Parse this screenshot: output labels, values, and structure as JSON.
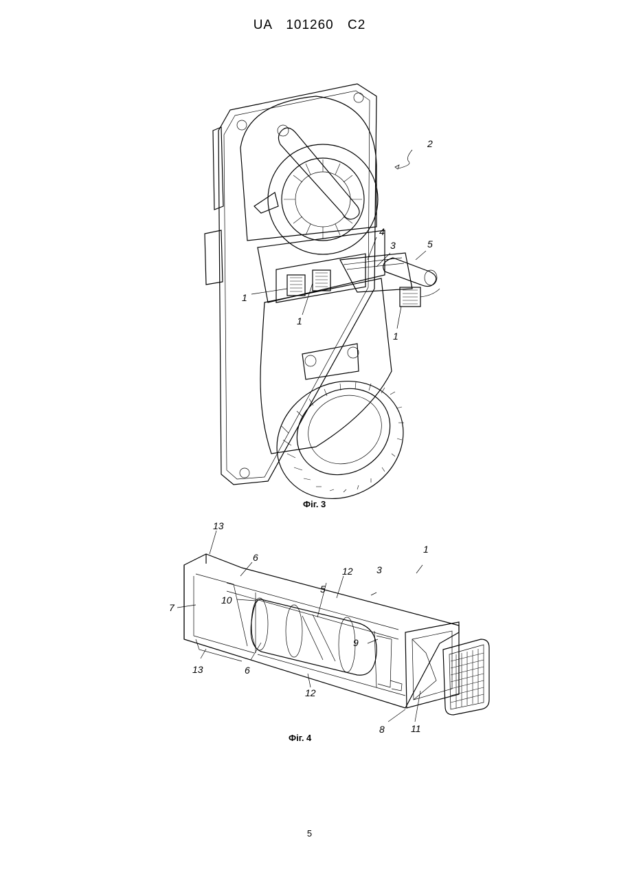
{
  "header": {
    "text": "UA   101260   C2"
  },
  "figures": [
    {
      "caption": "Фіг. 3",
      "labels": {
        "l2": "2",
        "l4": "4",
        "l3": "3",
        "l5": "5",
        "l1a": "1",
        "l1b": "1",
        "l1c": "1"
      }
    },
    {
      "caption": "Фіг. 4",
      "labels": {
        "l13a": "13",
        "l6a": "6",
        "l12a": "12",
        "l3": "3",
        "l1": "1",
        "l7": "7",
        "l10": "10",
        "l5": "5",
        "l9": "9",
        "l13b": "13",
        "l6b": "6",
        "l12b": "12",
        "l8": "8",
        "l11": "11"
      }
    }
  ],
  "page_number": "5"
}
